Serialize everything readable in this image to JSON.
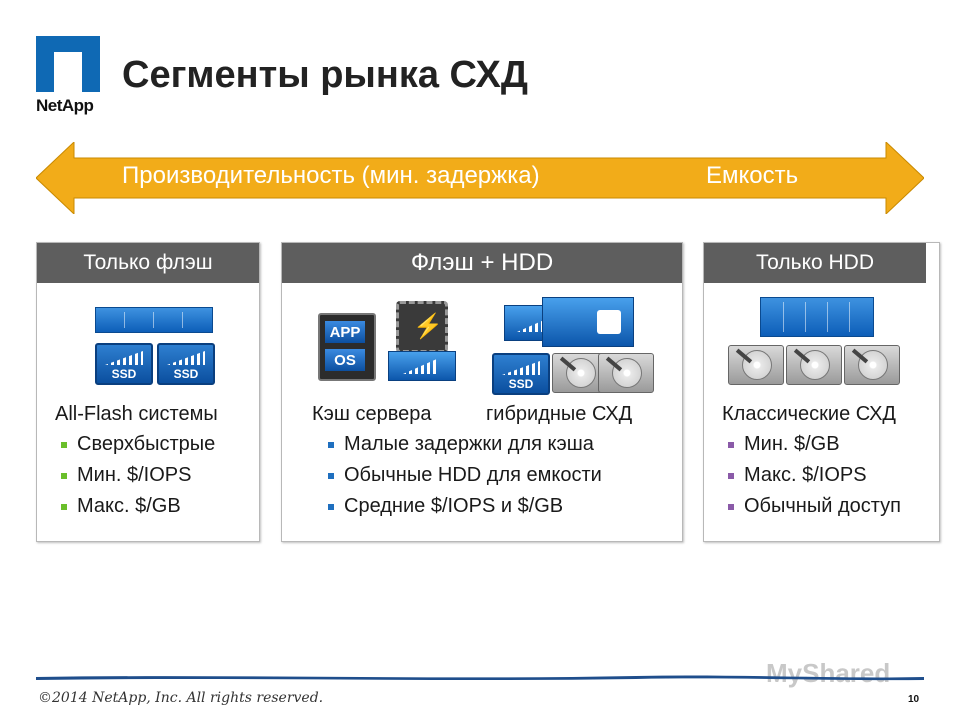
{
  "brand": {
    "logo_text": "NetApp"
  },
  "title": "Сегменты рынка СХД",
  "arrow": {
    "left_label": "Производительность (мин. задержка)",
    "right_label": "Емкость",
    "color": "#f2ac19"
  },
  "panels": [
    {
      "header": "Только флэш",
      "groups": [
        {
          "subhead": "All-Flash системы",
          "items": [
            "Сверхбыстрые",
            "Мин. $/IOPS",
            "Макс. $/GB"
          ]
        }
      ],
      "icons": {
        "rack": "all-flash-array-icon",
        "ssd_label": "SSD"
      }
    },
    {
      "header": "Флэш + HDD",
      "subheads": [
        "Кэш сервера",
        "гибридные СХД"
      ],
      "items": [
        "Малые задержки для кэша",
        "Обычные HDD для емкости",
        "Средние $/IOPS и $/GB"
      ],
      "icons": {
        "app": "APP",
        "os": "OS",
        "ssd_label": "SSD"
      }
    },
    {
      "header": "Только HDD",
      "subhead": "Классические СХД",
      "items": [
        "Мин. $/GB",
        "Макс. $/IOPS",
        "Обычный доступ"
      ]
    }
  ],
  "footer": {
    "copyright": "©2014 NetApp, Inc. All rights reserved.",
    "page": "10",
    "watermark": "MyShared"
  }
}
